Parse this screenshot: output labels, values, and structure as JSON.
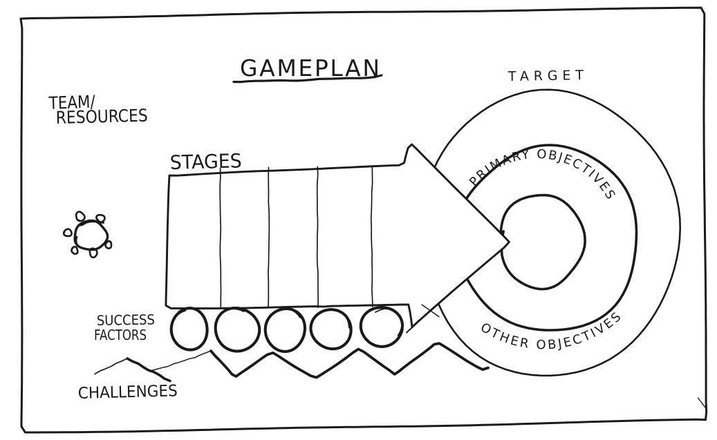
{
  "title": {
    "text": "GAMEPLAN"
  },
  "labels": {
    "team_resources_line1": "TEAM/",
    "team_resources_line2": "RESOURCES",
    "stages": "STAGES",
    "target": "TARGET",
    "primary_objectives": "PRIMARY OBJECTIVES",
    "other_objectives": "OTHER OBJECTIVES",
    "success_factors_line1": "SUCCESS",
    "success_factors_line2": "FACTORS",
    "challenges": "CHALLENGES"
  },
  "diagram": {
    "type": "hand-drawn gameplan sketch",
    "stage_count": 5,
    "success_factor_count": 5,
    "target_ring_count": 3,
    "ink_color": "#1a1a1a",
    "background_color": "#ffffff"
  }
}
